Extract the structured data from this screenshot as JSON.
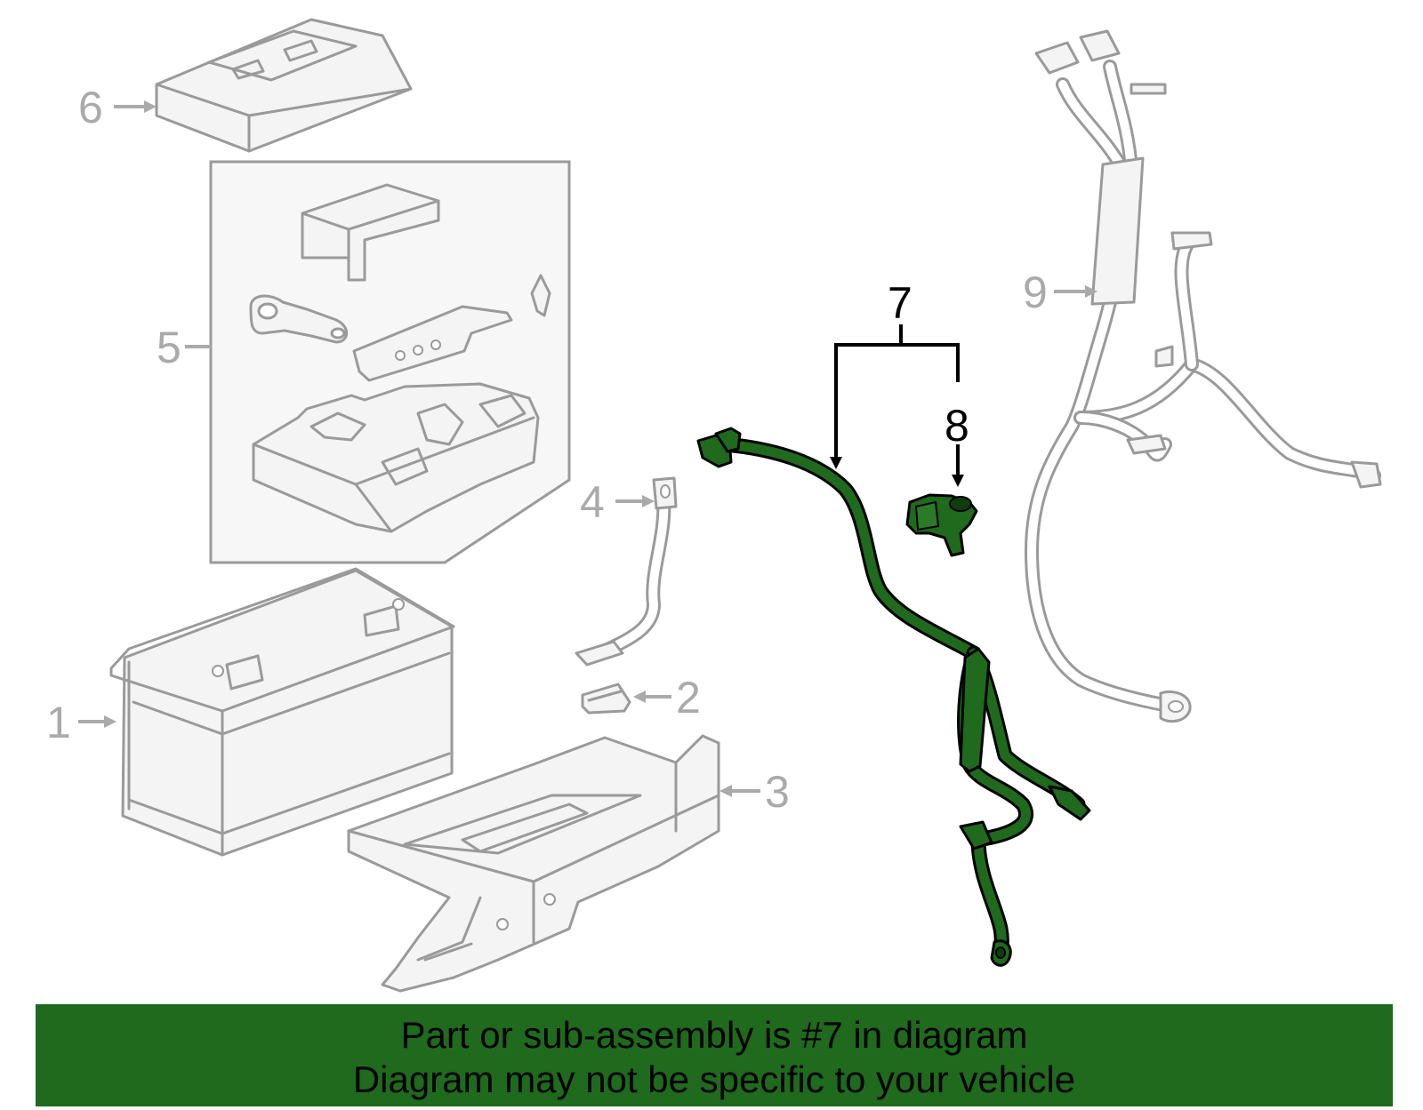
{
  "callouts": {
    "c1": "1",
    "c2": "2",
    "c3": "3",
    "c4": "4",
    "c5": "5",
    "c6": "6",
    "c7": "7",
    "c8": "8",
    "c9": "9"
  },
  "highlighted_part": "7",
  "colors": {
    "highlight": "#1f6a1d",
    "line_gray": "#9a9a9a",
    "callout_gray": "#aaaaaa"
  },
  "banner": {
    "line1": "Part or sub-assembly is #7 in diagram",
    "line2": "Diagram may not be specific to your vehicle"
  }
}
